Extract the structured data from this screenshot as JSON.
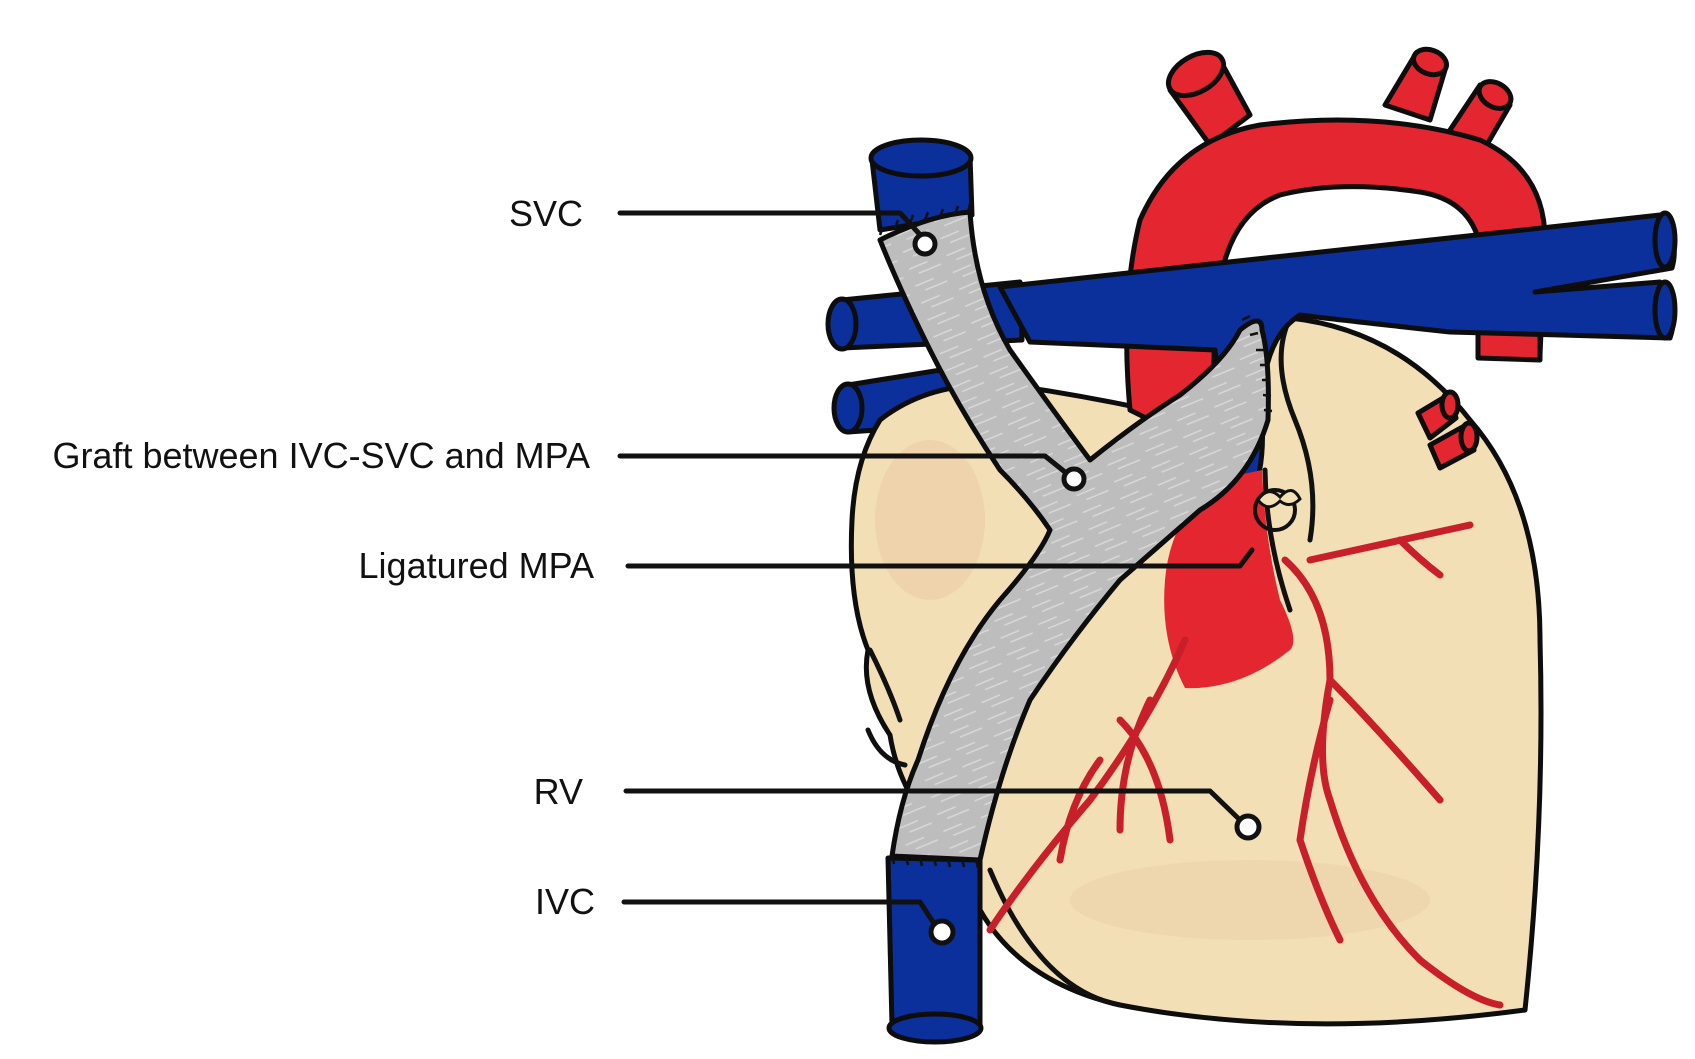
{
  "labels": {
    "svc": "SVC",
    "graft": "Graft between IVC-SVC and MPA",
    "ligatured_mpa": "Ligatured MPA",
    "rv": "RV",
    "ivc": "IVC"
  },
  "colors": {
    "vein": "#0b2f9b",
    "artery": "#e3262f",
    "heart": "#f3dfb5",
    "graft": "#b9b9b9",
    "outline": "#0d0d0d"
  }
}
